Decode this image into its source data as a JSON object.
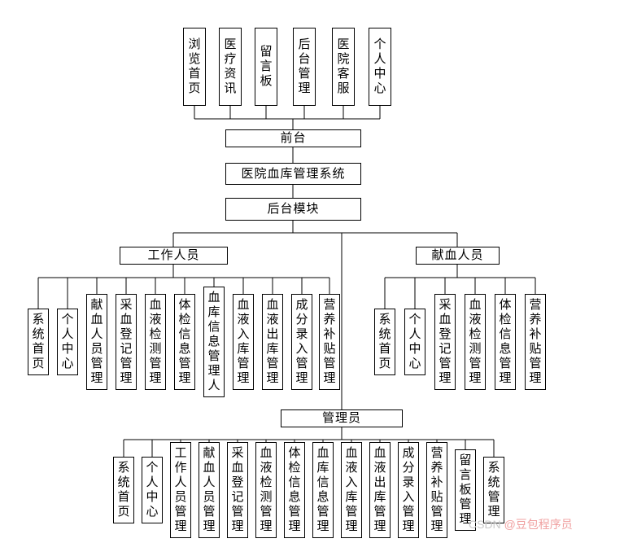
{
  "diagram": {
    "root": "医院血库管理系统",
    "front": {
      "label": "前台",
      "children": [
        "浏览首页",
        "医疗资讯",
        "留言板",
        "后台管理",
        "医院客服",
        "个人中心"
      ]
    },
    "backend": "后台模块",
    "staff": {
      "label": "工作人员",
      "children": [
        "系统首页",
        "个人中心",
        "献血人员管理",
        "采血登记管理",
        "血液检测管理",
        "体检信息管理",
        "血库信息管理人",
        "血液入库管理",
        "血液出库管理",
        "成分录入管理",
        "营养补贴管理"
      ]
    },
    "donor": {
      "label": "献血人员",
      "children": [
        "系统首页",
        "个人中心",
        "采血登记管理",
        "血液检测管理",
        "体检信息管理",
        "营养补贴管理"
      ]
    },
    "admin": {
      "label": "管理员",
      "children": [
        "系统首页",
        "个人中心",
        "工作人员管理",
        "献血人员管理",
        "采血登记管理",
        "血液检测管理",
        "体检信息管理",
        "血库信息管理",
        "血液入库管理",
        "血液出库管理",
        "成分录入管理",
        "营养补贴管理",
        "留言板管理",
        "系统管理"
      ]
    }
  },
  "watermark": {
    "prefix": "CSDN ",
    "user": "@豆包程序员",
    "colors": {
      "prefix": "#c9c9c9",
      "user": "#f0a0a0"
    }
  },
  "colors": {
    "line": "#000000",
    "box_border": "#000000",
    "background": "#ffffff"
  }
}
